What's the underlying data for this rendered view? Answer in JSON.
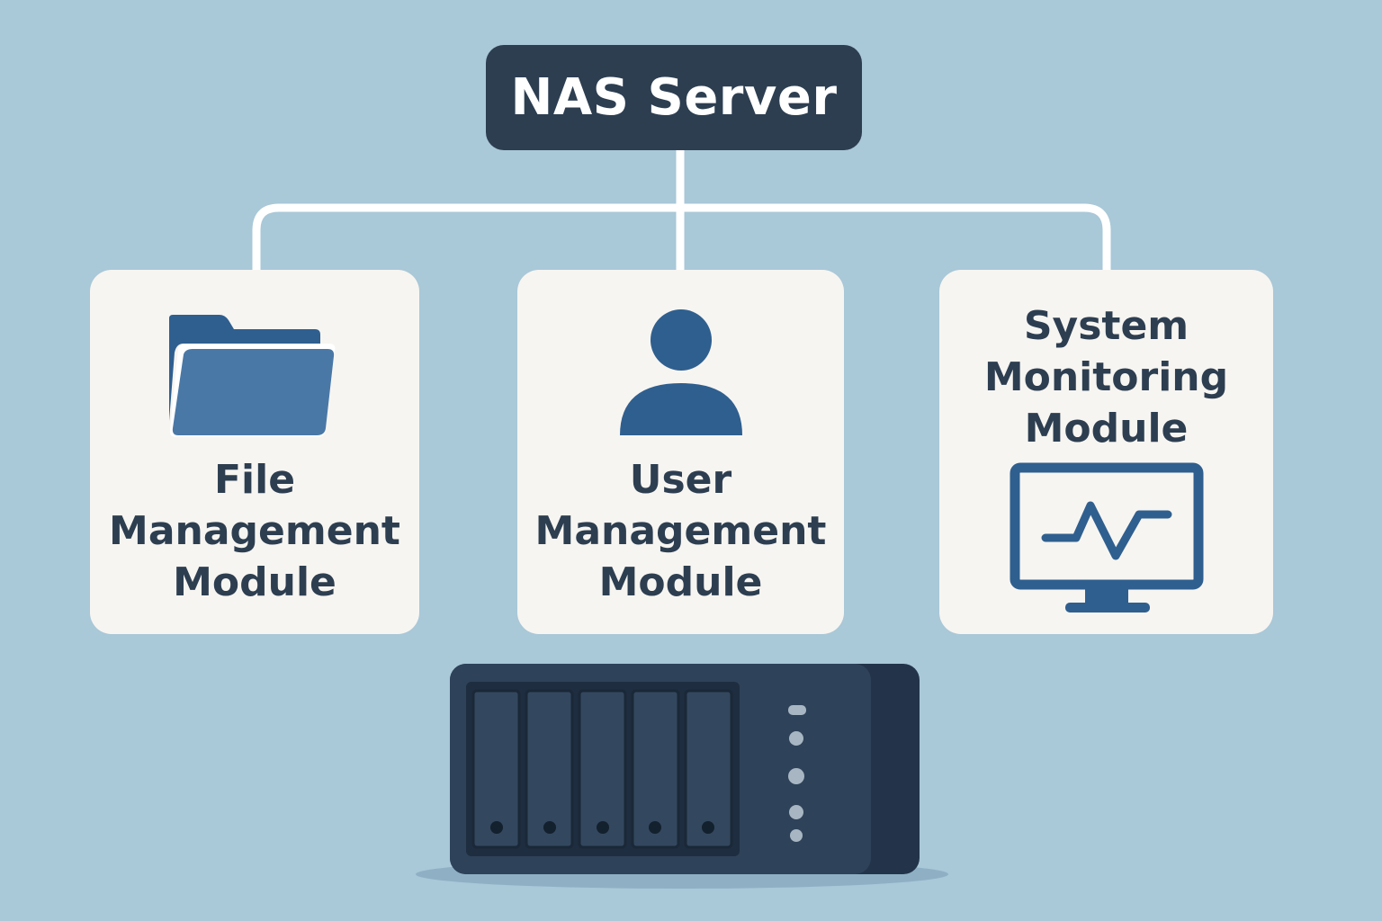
{
  "diagram": {
    "root": {
      "label": "NAS Server"
    },
    "modules": [
      {
        "lines": [
          "File",
          "Management",
          "Module"
        ],
        "icon": "folder-icon"
      },
      {
        "lines": [
          "User",
          "Management",
          "Module"
        ],
        "icon": "person-icon"
      },
      {
        "lines": [
          "System",
          "Monitoring",
          "Module"
        ],
        "icon": "monitor-icon"
      }
    ],
    "device": {
      "icon": "nas-device-icon",
      "drive_bays": 5,
      "status_lights": 5
    }
  },
  "colors": {
    "background": "#a9c8d8",
    "root_box": "#2d3e51",
    "card": "#f7f5f1",
    "icon_blue": "#2f5f8f",
    "connector": "#ffffff"
  }
}
